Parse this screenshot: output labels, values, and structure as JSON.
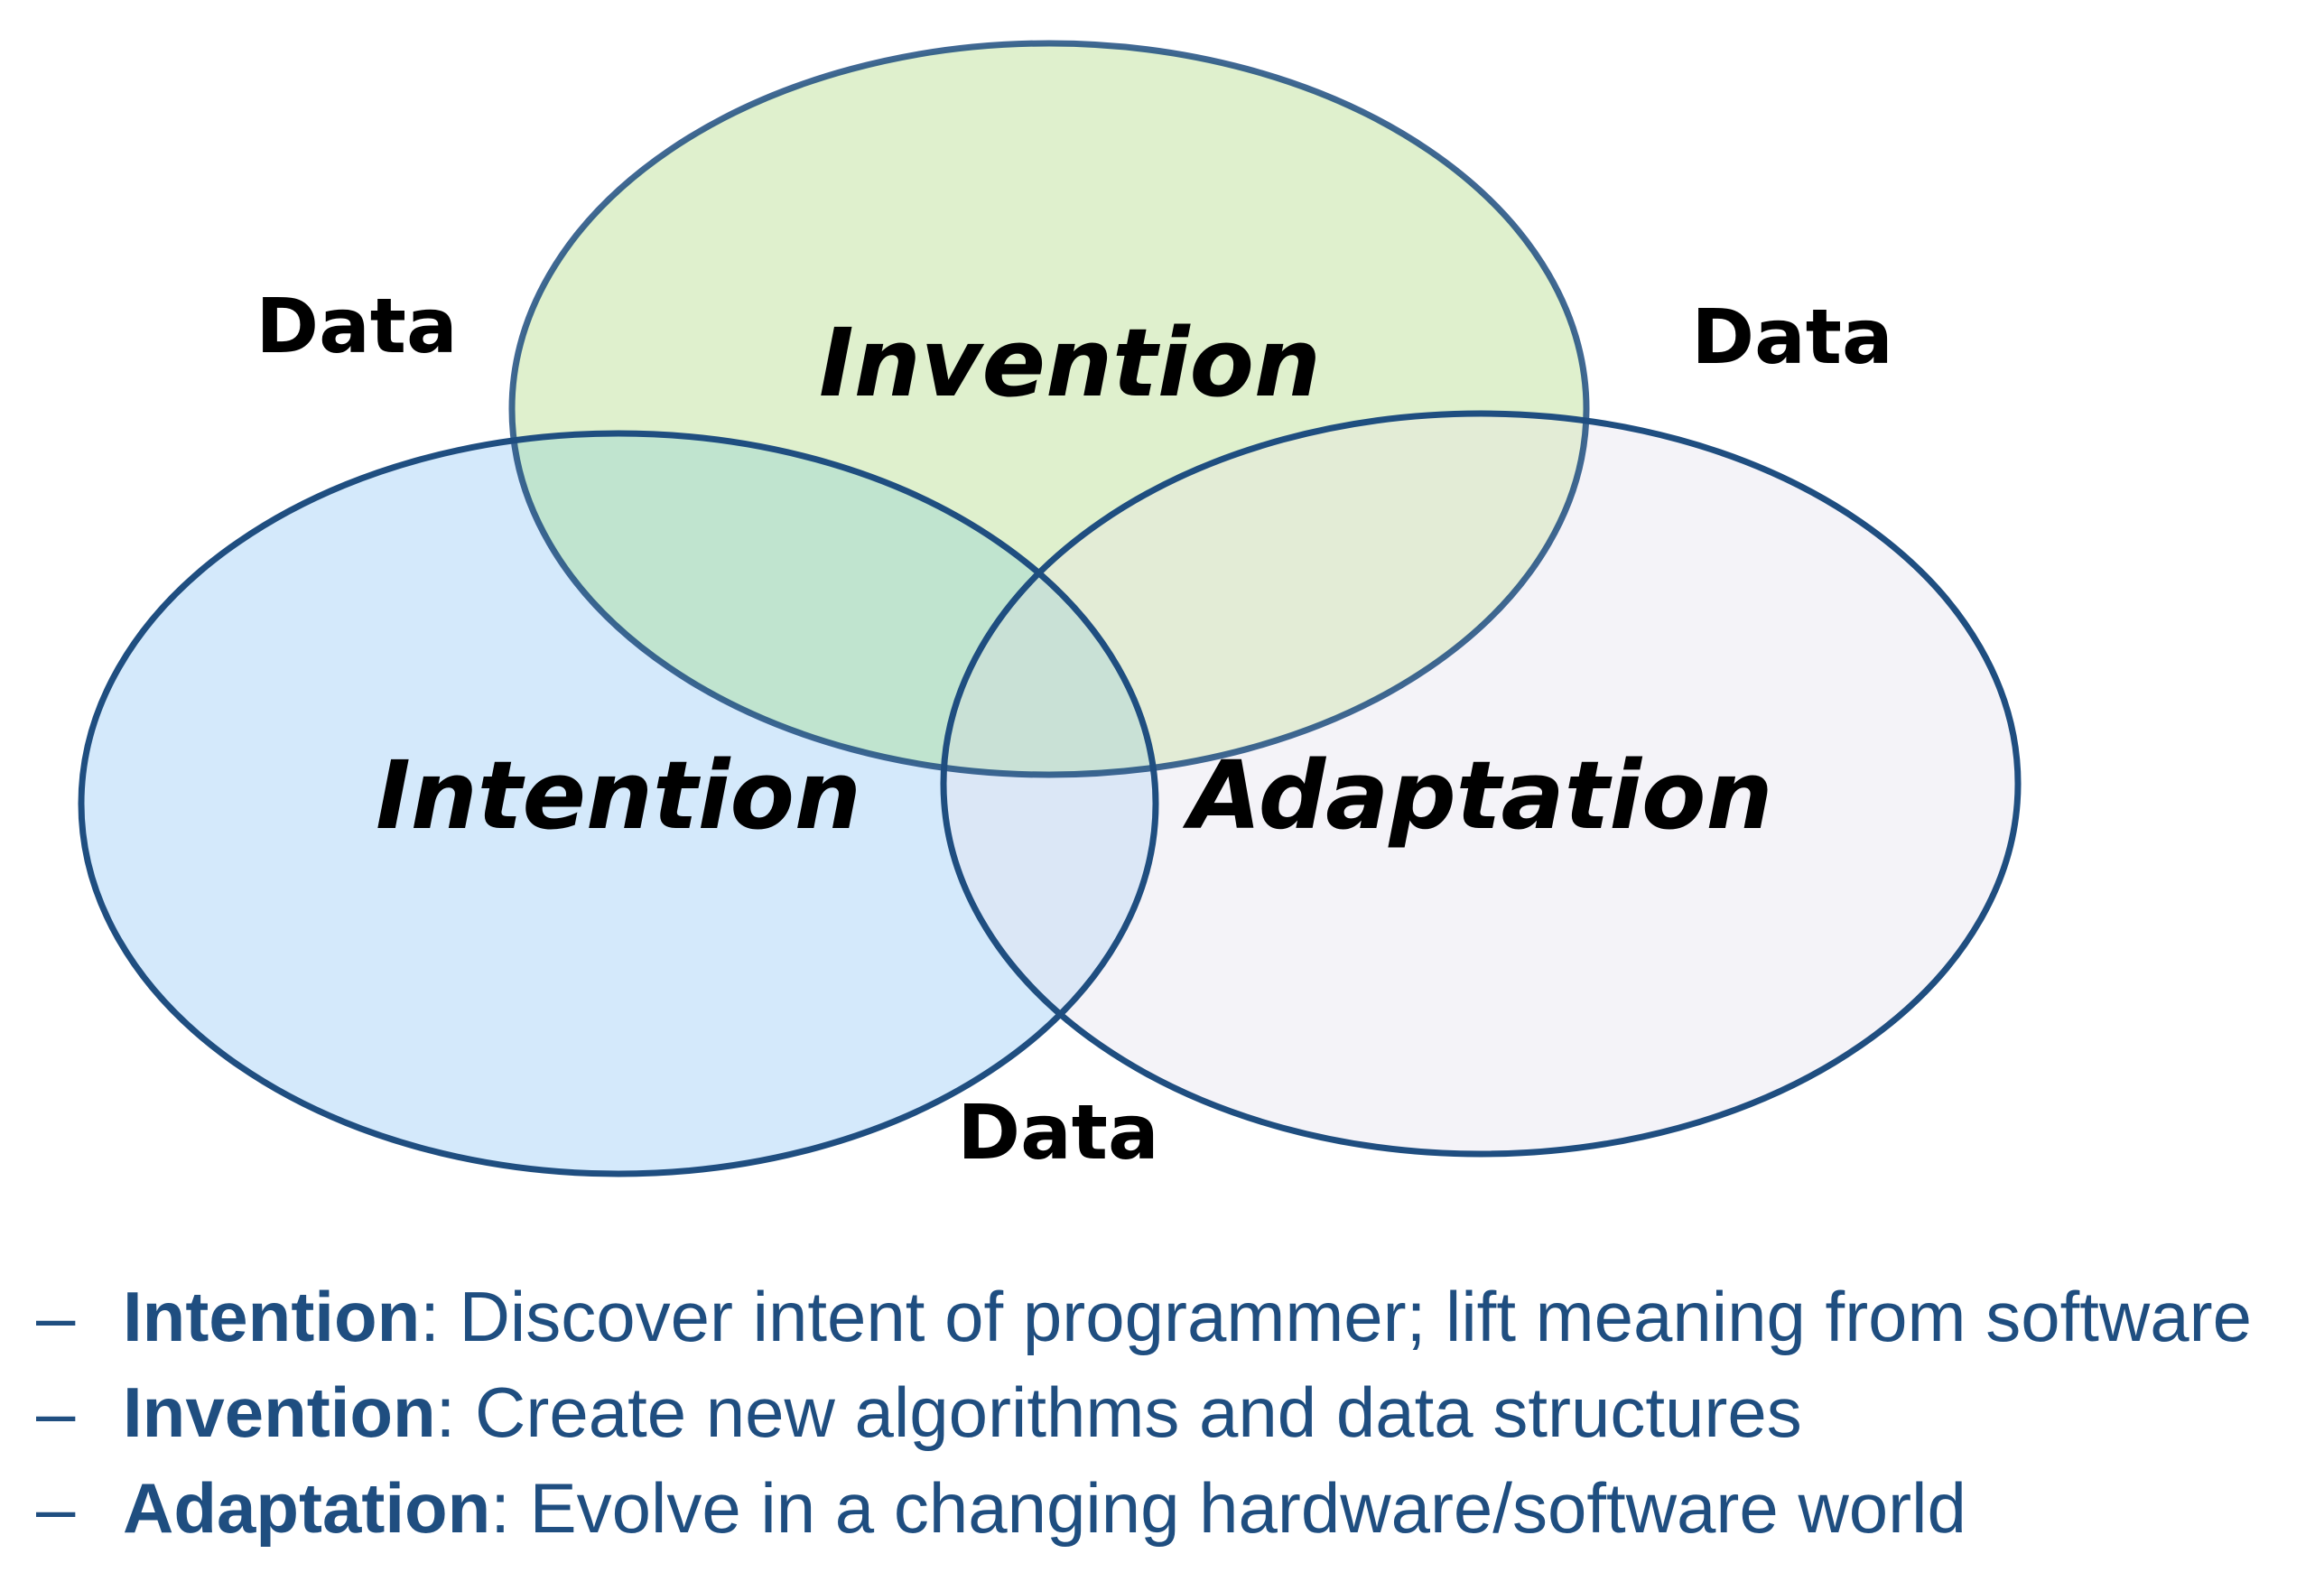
{
  "diagram": {
    "sets": [
      {
        "id": "intention",
        "label": "Intention",
        "fill": "#d4e9fb"
      },
      {
        "id": "invention",
        "label": "Invention",
        "fill": "#dff0cd"
      },
      {
        "id": "adaptation",
        "label": "Adaptation",
        "fill": "#f4f3f8"
      }
    ],
    "overlap_colors": {
      "intention_invention": "#c0e4cf",
      "invention_adaptation": "#e3ecd6",
      "intention_adaptation": "#dbe7f6",
      "all_three": "#c9e1d6"
    },
    "outline_color": "#1f4e80",
    "data_labels": [
      "Data",
      "Data",
      "Data"
    ]
  },
  "bullets": {
    "dash": "–",
    "items": [
      {
        "term": "Intention",
        "description": ": Discover intent of programmer; lift meaning from software"
      },
      {
        "term": "Invention",
        "description": ": Create new algorithms and data structures"
      },
      {
        "term": "Adaptation",
        "description": ": Evolve in a changing hardware/software world"
      }
    ]
  },
  "colors": {
    "text_blue": "#1f4e80",
    "label_black": "#000000"
  }
}
